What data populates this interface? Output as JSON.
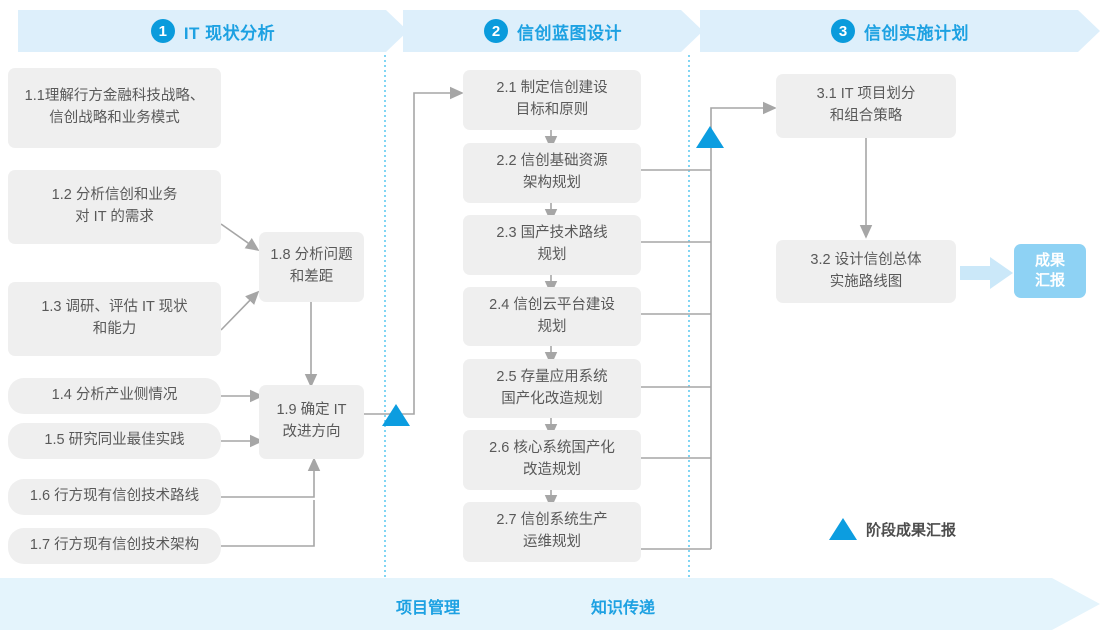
{
  "phases": [
    {
      "num": "1",
      "title": "IT 现状分析"
    },
    {
      "num": "2",
      "title": "信创蓝图设计"
    },
    {
      "num": "3",
      "title": "信创实施计划"
    }
  ],
  "phase1_boxes": [
    {
      "id": "1.1",
      "text": "1.1理解行方金融科技战略、\n信创战略和业务模式"
    },
    {
      "id": "1.2",
      "text": "1.2 分析信创和业务\n对 IT 的需求"
    },
    {
      "id": "1.3",
      "text": "1.3 调研、评估 IT 现状\n和能力"
    },
    {
      "id": "1.4",
      "text": "1.4 分析产业侧情况"
    },
    {
      "id": "1.5",
      "text": "1.5 研究同业最佳实践"
    },
    {
      "id": "1.6",
      "text": "1.6 行方现有信创技术路线"
    },
    {
      "id": "1.7",
      "text": "1.7 行方现有信创技术架构"
    },
    {
      "id": "1.8",
      "text": "1.8 分析问题\n和差距"
    },
    {
      "id": "1.9",
      "text": "1.9 确定 IT\n改进方向"
    }
  ],
  "phase2_boxes": [
    {
      "id": "2.1",
      "text": "2.1 制定信创建设\n目标和原则"
    },
    {
      "id": "2.2",
      "text": "2.2 信创基础资源\n架构规划"
    },
    {
      "id": "2.3",
      "text": "2.3 国产技术路线\n规划"
    },
    {
      "id": "2.4",
      "text": "2.4 信创云平台建设\n规划"
    },
    {
      "id": "2.5",
      "text": "2.5 存量应用系统\n国产化改造规划"
    },
    {
      "id": "2.6",
      "text": "2.6 核心系统国产化\n改造规划"
    },
    {
      "id": "2.7",
      "text": "2.7 信创系统生产\n运维规划"
    }
  ],
  "phase3_boxes": [
    {
      "id": "3.1",
      "text": "3.1 IT 项目划分\n和组合策略"
    },
    {
      "id": "3.2",
      "text": "3.2 设计信创总体\n实施路线图"
    }
  ],
  "result": {
    "text": "成果\n汇报"
  },
  "legend": {
    "text": "阶段成果汇报"
  },
  "bottom_lane": {
    "labels": [
      "项目管理",
      "知识传递"
    ]
  },
  "colors": {
    "banner_bg": "#ddeffb",
    "accent": "#1da1e2",
    "circle": "#0a9bdc",
    "box_bg": "#efefef",
    "box_text": "#595959",
    "result_bg": "#8ed2f4",
    "lane_bg": "#e4f4fc",
    "triangle": "#0c9de0",
    "wire": "#a6a6a6",
    "divider": "#4cc3ee"
  }
}
